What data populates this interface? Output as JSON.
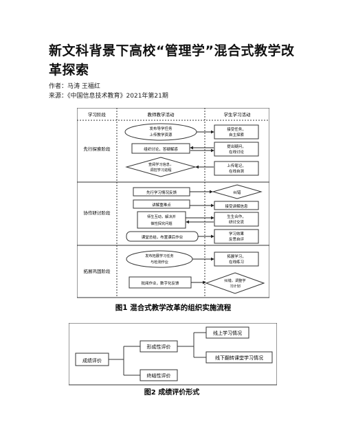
{
  "title": "新文科背景下高校“管理学”混合式教学改革探索",
  "author_label": "作者：",
  "authors": "马涛 王福红",
  "source_label": "来源：",
  "source": "《中国信息技术教育》2021年第21期",
  "figure1": {
    "headers": [
      "学习阶段",
      "教师教学活动",
      "学生学习活动"
    ],
    "stages": [
      "先行探索阶段",
      "协作研讨阶段",
      "拓展巩固阶段"
    ],
    "teacher": [
      "发布导学任务、上传教学资源",
      "组织讨论，答疑解惑",
      "查阅学习信息，调控学习进程",
      "先行学习情况反馈",
      "讲解重难点",
      "师生互动，解决并做性探究问题",
      "课堂总结，布置课后作业",
      "发布拓展学习任务与检测作业",
      "批阅作业，数字化反馈"
    ],
    "student": [
      "接受任务，自主探索",
      "提出疑问，在线讨论",
      "上传笔记，在线自测",
      "纠错",
      "接受讲解信息",
      "生生合作，研讨交流",
      "学习效果反思自评",
      "拓展学习，在线练习",
      "纠错，调整学习计划"
    ],
    "caption": "图1  混合式教学改革的组织实施流程"
  },
  "figure2": {
    "root": "成绩评价",
    "branches": [
      "形成性评价",
      "终结性评价"
    ],
    "leaves": [
      "线上学习情况",
      "线下翻转课堂学习情况"
    ],
    "caption": "图2  成绩评价形式"
  }
}
